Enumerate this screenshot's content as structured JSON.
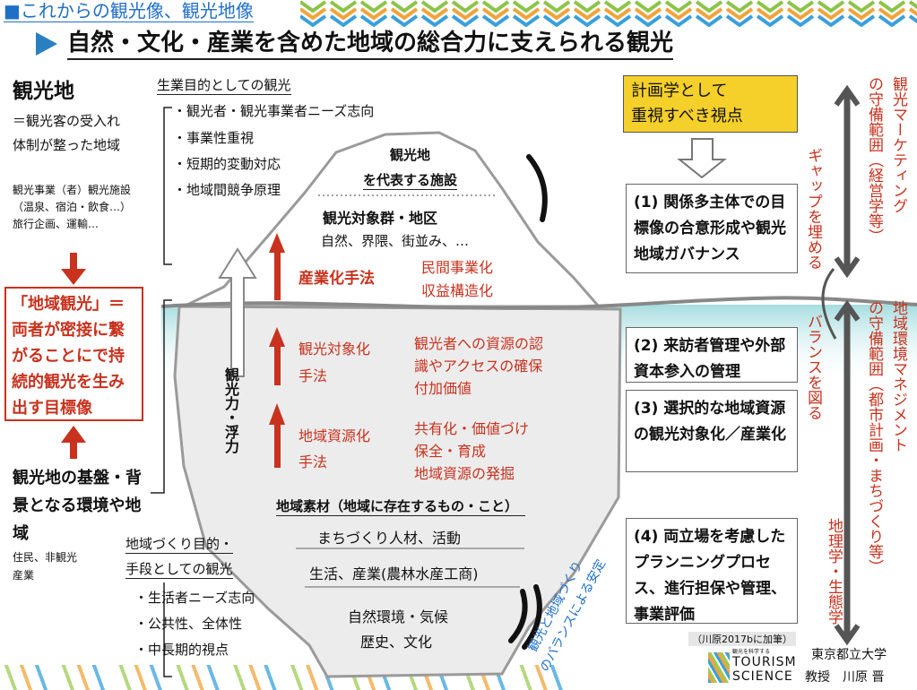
{
  "header": {
    "section": "■これからの観光像、観光地像",
    "title": "自然・文化・産業を含めた地域の総合力に支えられる観光"
  },
  "left": {
    "heading": "観光地",
    "definition": "＝観光客の受入れ体制が整った地域",
    "detail": "観光事業（者）観光施設（温泉、宿泊・飲食…）旅行企画、運輸…",
    "goal_box": "「地域観光」＝両者が密接に繋がることにで持続的観光を生み出す目標像",
    "base_heading": "観光地の基盤・背景となる環境や地域",
    "base_detail": "住民、非観光産業"
  },
  "business": {
    "title": "生業目的としての観光",
    "items": [
      "・観光者・観光事業者ニーズ志向",
      "・事業性重視",
      "・短期的変動対応",
      "・地域間競争原理"
    ]
  },
  "community": {
    "title1": "地域づくり目的・",
    "title2": "手段としての観光",
    "items": [
      "・生活者ニーズ志向",
      "・公共性、全体性",
      "・中長期的視点"
    ]
  },
  "iceberg": {
    "top1": "観光地",
    "top2": "を代表する施設",
    "group": "観光対象群・地区",
    "group_items": "自然、界隈、街並み、…",
    "buoyancy": "観光力・浮力",
    "methods": [
      {
        "name1": "産業化手法",
        "name2": "",
        "desc": [
          "民間事業化",
          "収益構造化"
        ]
      },
      {
        "name1": "観光対象化",
        "name2": "手法",
        "desc": [
          "観光者への資源の認",
          "識やアクセスの確保",
          "付加価値"
        ]
      },
      {
        "name1": "地域資源化",
        "name2": "手法",
        "desc": [
          "共有化・価値づけ",
          "保全・育成",
          "地域資源の発掘"
        ]
      }
    ],
    "materials": "地域素材（地域に存在するもの・こと）",
    "layers": [
      "まちづくり人材、活動",
      "生活、産業(農林水産工商)",
      "自然環境・気候",
      "歴史、文化"
    ],
    "stability": [
      "観光と地域づくり",
      "のバランスによる安定"
    ]
  },
  "right": {
    "planning1": "計画学として",
    "planning2": "重視すべき視点",
    "points": [
      "(1) 関係多主体での目標像の合意形成や観光地域ガバナンス",
      "(2) 来訪者管理や外部資本参入の管理",
      "(3) 選択的な地域資源の観光対象化／産業化",
      "(4) 両立場を考慮したプランニングプロセス、進行担保や管理、事業評価"
    ],
    "gap": "ギャップを埋める",
    "balance": "バランスを図る",
    "marketing": [
      "観光マーケティング",
      "の守備範囲（経営学等）"
    ],
    "env": [
      "地域環境マネジメント",
      "の守備範囲（都市計画・まちづくり等）"
    ],
    "geo": "地理学・生態学"
  },
  "footer": {
    "citation": "（川原2017bに加筆）",
    "logo_small": "観光を科学する",
    "logo1": "TOURISM",
    "logo2": "SCIENCE",
    "logo_letters": "TOURISM",
    "affiliation": "東京都立大学",
    "author": "教授　川原 晋"
  },
  "colors": {
    "red": "#c8321e",
    "blue": "#1f6fc6",
    "yellow": "#f5cf2a"
  }
}
